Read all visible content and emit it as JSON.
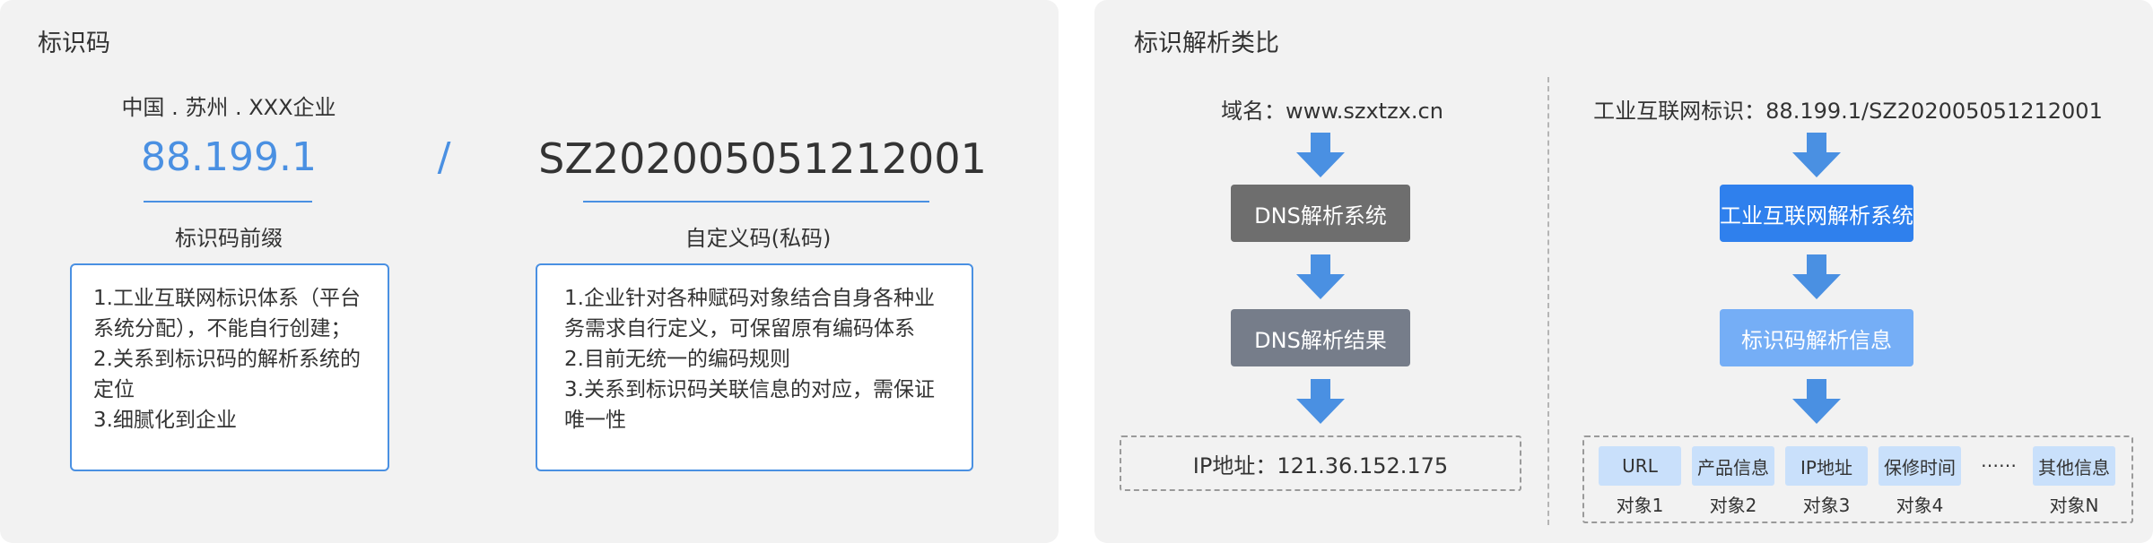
{
  "left": {
    "title": "标识码",
    "org": "中国 . 苏州 . XXX企业",
    "prefix_code": "88.199.1",
    "slash": "/",
    "suffix_code": "SZ202005051212001",
    "prefix_caption": "标识码前缀",
    "suffix_caption": "自定义码(私码)",
    "prefix_lines": [
      "1.工业互联网标识体系（平台",
      "系统分配），不能自行创建；",
      "2.关系到标识码的解析系统的",
      "定位",
      "3.细腻化到企业"
    ],
    "suffix_lines": [
      "1.企业针对各种赋码对象结合自身各种业",
      "务需求自行定义，可保留原有编码体系",
      "2.目前无统一的编码规则",
      "3.关系到标识码关联信息的对应，需保证",
      "唯一性"
    ]
  },
  "right": {
    "title": "标识解析类比",
    "domain_title": "域名：www.szxtzx.cn",
    "dns_system": "DNS解析系统",
    "dns_result": "DNS解析结果",
    "ip_address": "IP地址：121.36.152.175",
    "iiot_title": "工业互联网标识：88.199.1/SZ202005051212001",
    "iiot_system": "工业互联网解析系统",
    "iiot_info": "标识码解析信息",
    "objects": [
      {
        "chip": "URL",
        "label": "对象1"
      },
      {
        "chip": "产品信息",
        "label": "对象2"
      },
      {
        "chip": "IP地址",
        "label": "对象3"
      },
      {
        "chip": "保修时间",
        "label": "对象4"
      },
      {
        "chip": "其他信息",
        "label": "对象N"
      }
    ],
    "ellipsis": "……"
  },
  "colors": {
    "accent": "#4a90e2",
    "arrow": "#4a90e2",
    "dns_system": "#6e6e6e",
    "dns_result": "#767d8a",
    "iiot_system": "#2f80ed",
    "iiot_info": "#75aef6",
    "chip": "#c9e0fb",
    "panel": "#f2f2f2"
  }
}
